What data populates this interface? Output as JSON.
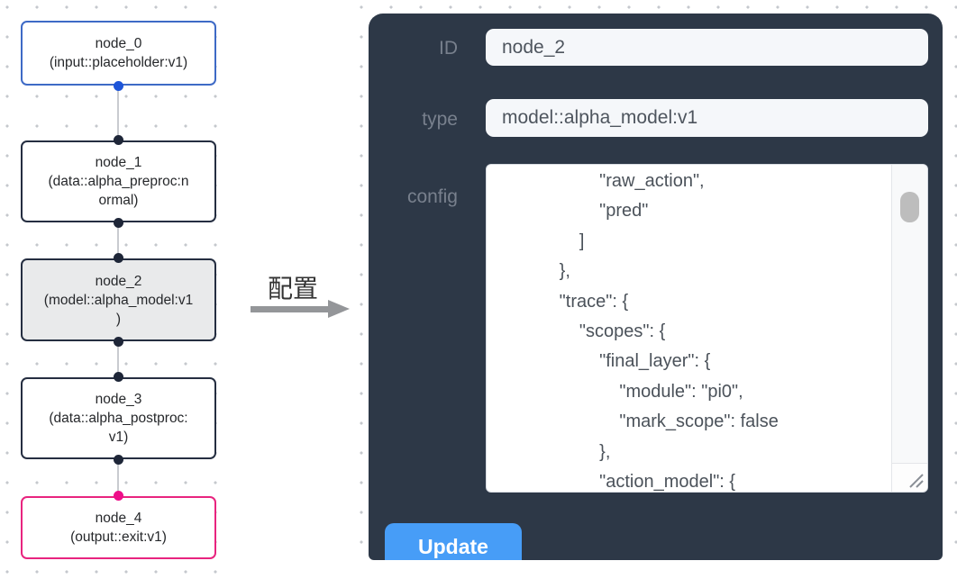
{
  "theme": {
    "panel-bg": "#2d3847",
    "button-bg": "#479df7",
    "node-blue": "#3e6ac6",
    "node-dark": "#252e41",
    "node-pink": "#e8247f",
    "handle-blue": "#1d55d9",
    "handle-dark": "#1e2638",
    "handle-pink": "#ee0f89",
    "selected-node-bg": "#e9eaeb",
    "grid-dot": "#c5c8cd",
    "label-color": "#78808d",
    "input-bg": "#f5f7fa",
    "input-text": "#4e555e",
    "json-text": "#4b525a",
    "connector": "#c9cbd0",
    "arrow-gray": "#949699"
  },
  "flow": {
    "nodes": [
      {
        "title": "node_0",
        "subtitle_lines": [
          "(input::placeholder:v1)"
        ]
      },
      {
        "title": "node_1",
        "subtitle_lines": [
          "(data::alpha_preproc:n",
          "ormal)"
        ]
      },
      {
        "title": "node_2",
        "subtitle_lines": [
          "(model::alpha_model:v1",
          ")"
        ]
      },
      {
        "title": "node_3",
        "subtitle_lines": [
          "(data::alpha_postproc:",
          "v1)"
        ]
      },
      {
        "title": "node_4",
        "subtitle_lines": [
          "(output::exit:v1)"
        ]
      }
    ]
  },
  "annotation": {
    "label": "配置"
  },
  "panel": {
    "id_field": {
      "label": "ID",
      "value": "node_2"
    },
    "type_field": {
      "label": "type",
      "value": "model::alpha_model:v1"
    },
    "config_field": {
      "label": "config",
      "lines": [
        "                    \"raw_action\",",
        "                    \"pred\"",
        "                ]",
        "            },",
        "            \"trace\": {",
        "                \"scopes\": {",
        "                    \"final_layer\": {",
        "                        \"module\": \"pi0\",",
        "                        \"mark_scope\": false",
        "                    },",
        "                    \"action_model\": {"
      ]
    },
    "update_button": "Update"
  }
}
